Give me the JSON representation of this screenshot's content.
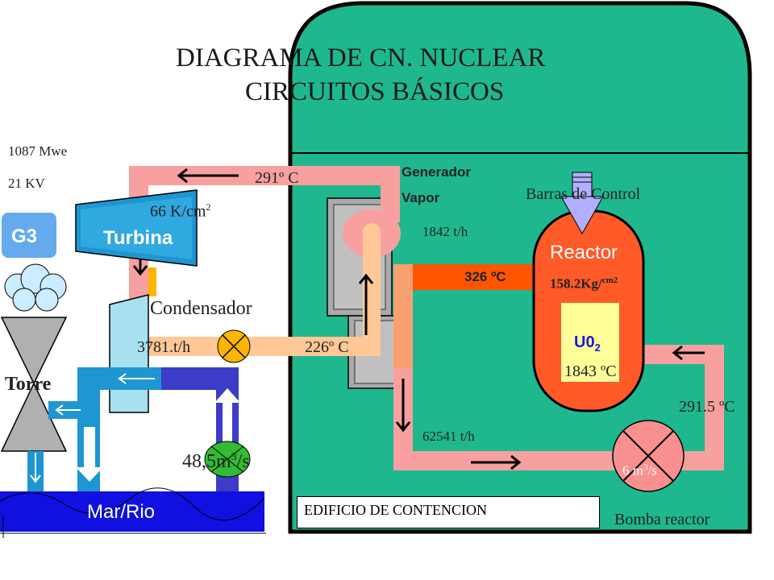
{
  "title": {
    "line1": "DIAGRAMA   DE CN. NUCLEAR",
    "line2": "CIRCUITOS BÁSICOS"
  },
  "plant": {
    "power": "1087 Mwe",
    "voltage": "21 KV"
  },
  "components": {
    "generator": "G3",
    "turbine": "Turbina",
    "condenser": "Condensador",
    "tower": "Torre",
    "sea_river": "Mar/Rio",
    "steam_generator_line1": "Generador",
    "steam_generator_line2": "Vapor",
    "control_rods": "Barras de Control",
    "reactor": "Reactor",
    "fuel": "U0",
    "fuel_sub": "2",
    "reactor_pump": "Bomba reactor",
    "containment": "EDIFICIO DE CONTENCION"
  },
  "readings": {
    "steam_temp": "291º C",
    "steam_pressure": "66 K/cm",
    "steam_pressure_sup": "2",
    "steam_flow": "1842 t/h",
    "hot_leg_temp": "326 ºC",
    "reactor_pressure": "158.2Kg/",
    "reactor_pressure_sup": "cm2",
    "fuel_temp": "1843 ºC",
    "cold_leg_temp": "291.5 ºC",
    "primary_flow": "62541 t/h",
    "pump_flow": "6 m",
    "pump_flow_sup": "3",
    "pump_flow_unit": "/s",
    "feedwater_flow": "3781.t/h",
    "feedwater_temp": "226º C",
    "cooling_flow": "48,5m",
    "cooling_flow_sup": "3",
    "cooling_flow_unit": "/s"
  },
  "colors": {
    "containment": "#1fb88e",
    "steam_loop": "#f8a0a0",
    "primary_hot": "#ff5500",
    "primary_cold": "#f8a0a0",
    "feedwater": "#ffc896",
    "cooling_water": "#1e96d2",
    "cooling_return": "#3c3cc8",
    "sea": "#1010e0",
    "reactor": "#ff5a28",
    "fuel": "#ffff99",
    "valve": "#ffb400",
    "flow_meter": "#33bb33",
    "pump": "#f89090"
  }
}
